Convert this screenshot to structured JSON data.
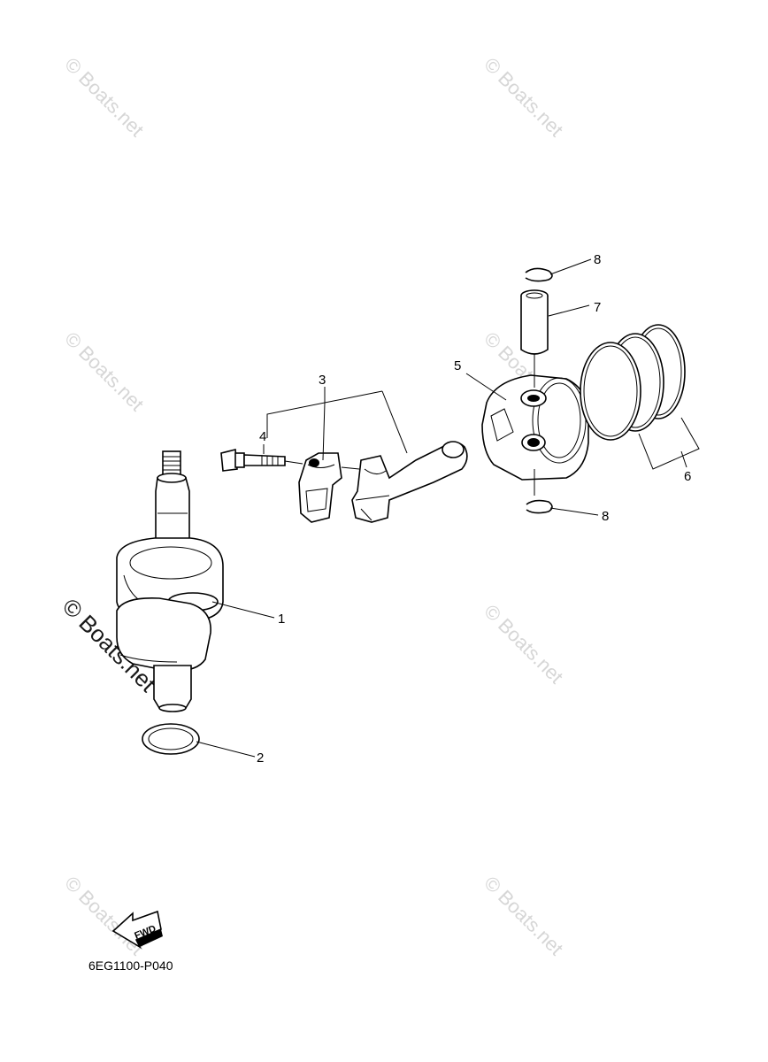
{
  "watermarks": {
    "faint": "© Boats.net",
    "bold": "© Boats.net"
  },
  "callouts": {
    "crankshaft": "1",
    "washer": "2",
    "connecting_rod_set": "3",
    "bolt": "4",
    "piston": "5",
    "piston_ring_set": "6",
    "piston_pin": "7",
    "clip_top": "8",
    "clip_bottom": "8"
  },
  "fwd_label": "FWD",
  "diagram_code": "6EG1100-P040"
}
